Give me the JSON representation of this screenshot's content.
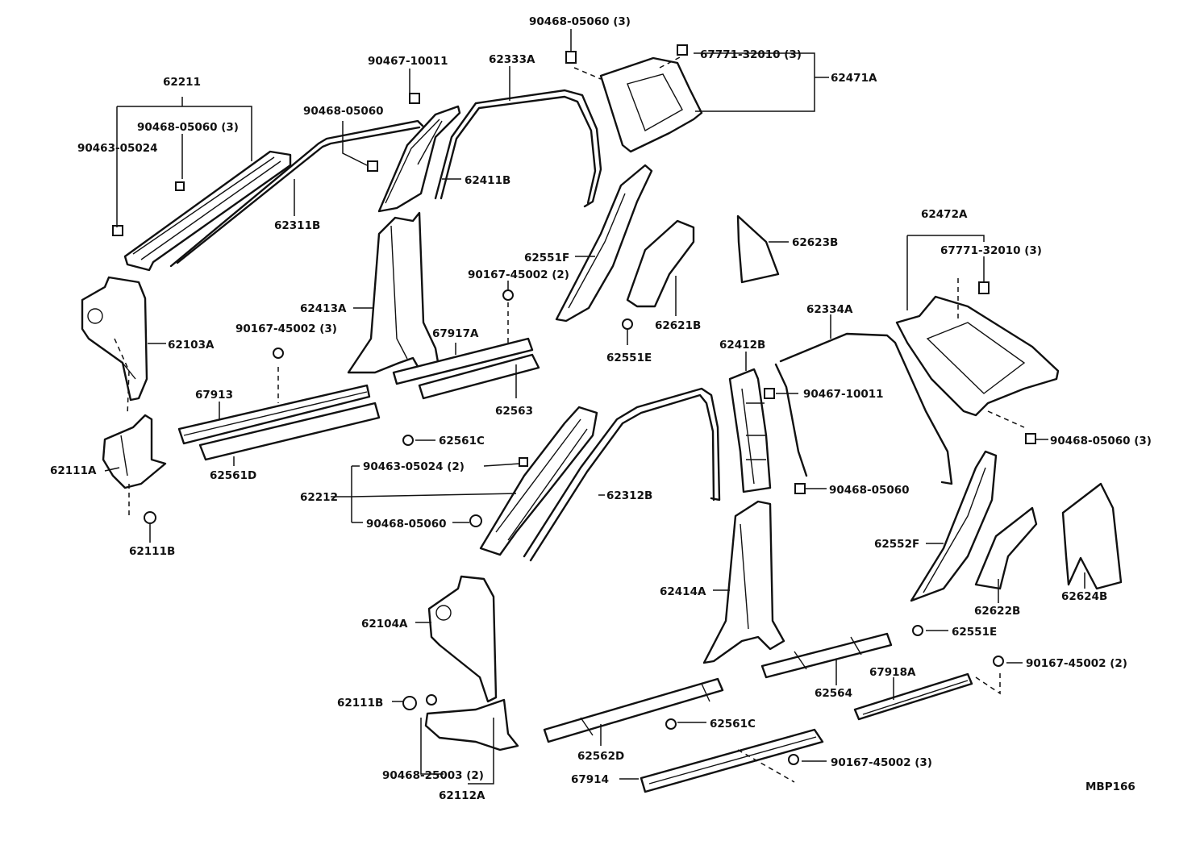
{
  "diagram_code": "MBP166",
  "parts": [
    {
      "id": "p-62211",
      "text": "62211"
    },
    {
      "id": "p-90468-05060-3-a",
      "text": "90468-05060 (3)"
    },
    {
      "id": "p-90463-05024",
      "text": "90463-05024"
    },
    {
      "id": "p-62311B",
      "text": "62311B"
    },
    {
      "id": "p-90468-05060-a",
      "text": "90468-05060"
    },
    {
      "id": "p-90467-10011-a",
      "text": "90467-10011"
    },
    {
      "id": "p-62333A",
      "text": "62333A"
    },
    {
      "id": "p-90468-05060-3-b",
      "text": "90468-05060 (3)"
    },
    {
      "id": "p-67771-32010-3-a",
      "text": "67771-32010 (3)"
    },
    {
      "id": "p-62471A",
      "text": "62471A"
    },
    {
      "id": "p-62411B",
      "text": "62411B"
    },
    {
      "id": "p-62103A",
      "text": "62103A"
    },
    {
      "id": "p-62413A",
      "text": "62413A"
    },
    {
      "id": "p-90167-45002-3-a",
      "text": "90167-45002 (3)"
    },
    {
      "id": "p-90167-45002-2-a",
      "text": "90167-45002 (2)"
    },
    {
      "id": "p-62551F",
      "text": "62551F"
    },
    {
      "id": "p-62621B",
      "text": "62621B"
    },
    {
      "id": "p-62623B",
      "text": "62623B"
    },
    {
      "id": "p-62472A",
      "text": "62472A"
    },
    {
      "id": "p-67771-32010-3-b",
      "text": "67771-32010 (3)"
    },
    {
      "id": "p-62551E-a",
      "text": "62551E"
    },
    {
      "id": "p-67917A",
      "text": "67917A"
    },
    {
      "id": "p-67913",
      "text": "67913"
    },
    {
      "id": "p-62563",
      "text": "62563"
    },
    {
      "id": "p-62561C-a",
      "text": "62561C"
    },
    {
      "id": "p-62561D",
      "text": "62561D"
    },
    {
      "id": "p-62111A",
      "text": "62111A"
    },
    {
      "id": "p-62334A",
      "text": "62334A"
    },
    {
      "id": "p-62412B",
      "text": "62412B"
    },
    {
      "id": "p-90467-10011-b",
      "text": "90467-10011"
    },
    {
      "id": "p-90468-05060-3-c",
      "text": "90468-05060 (3)"
    },
    {
      "id": "p-90463-05024-2",
      "text": "90463-05024 (2)"
    },
    {
      "id": "p-62212",
      "text": "62212"
    },
    {
      "id": "p-62312B",
      "text": "62312B"
    },
    {
      "id": "p-90468-05060-b",
      "text": "90468-05060"
    },
    {
      "id": "p-90468-05060-c",
      "text": "90468-05060"
    },
    {
      "id": "p-62111B-a",
      "text": "62111B"
    },
    {
      "id": "p-62552F",
      "text": "62552F"
    },
    {
      "id": "p-62622B",
      "text": "62622B"
    },
    {
      "id": "p-62624B",
      "text": "62624B"
    },
    {
      "id": "p-62414A",
      "text": "62414A"
    },
    {
      "id": "p-62104A",
      "text": "62104A"
    },
    {
      "id": "p-62551E-b",
      "text": "62551E"
    },
    {
      "id": "p-90167-45002-2-b",
      "text": "90167-45002 (2)"
    },
    {
      "id": "p-62564",
      "text": "62564"
    },
    {
      "id": "p-67918A",
      "text": "67918A"
    },
    {
      "id": "p-62111B-b",
      "text": "62111B"
    },
    {
      "id": "p-62561C-b",
      "text": "62561C"
    },
    {
      "id": "p-62562D",
      "text": "62562D"
    },
    {
      "id": "p-90468-25003-2",
      "text": "90468-25003 (2)"
    },
    {
      "id": "p-67914",
      "text": "67914"
    },
    {
      "id": "p-90167-45002-3-b",
      "text": "90167-45002 (3)"
    },
    {
      "id": "p-62112A",
      "text": "62112A"
    }
  ]
}
